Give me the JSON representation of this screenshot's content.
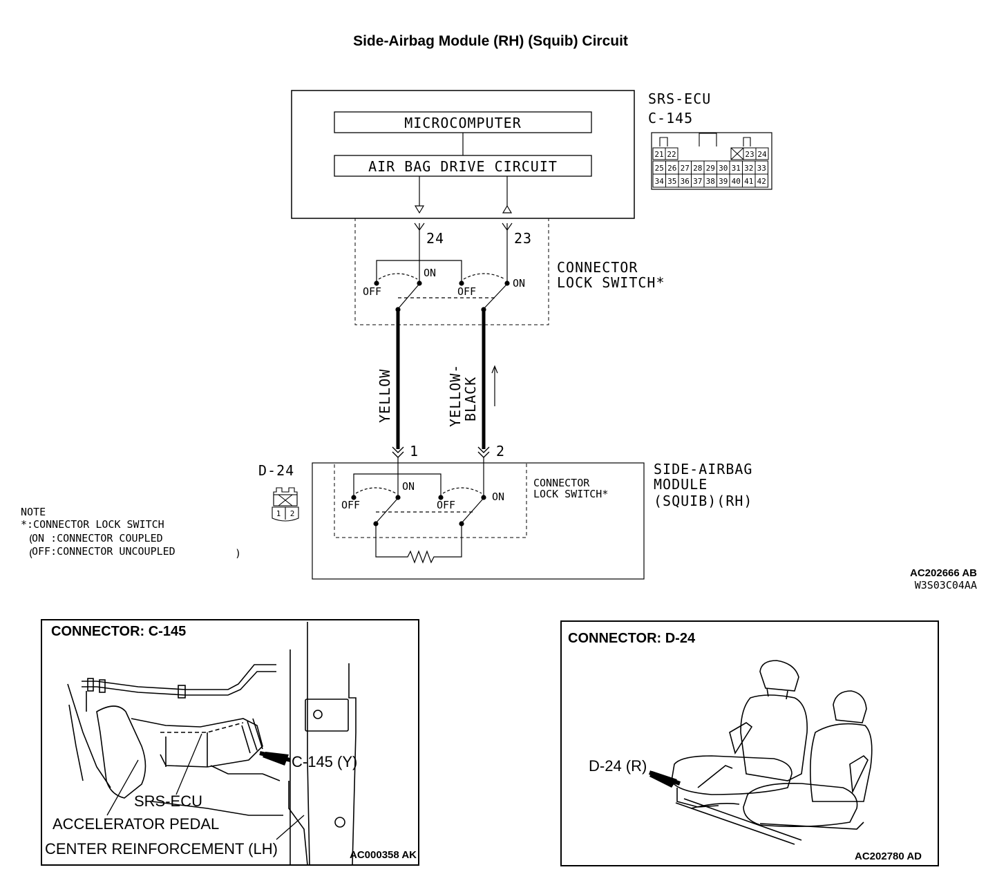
{
  "title": "Side-Airbag Module (RH) (Squib) Circuit",
  "ecu": {
    "name": "SRS-ECU",
    "connector": "C-145",
    "microcomputer": "MICROCOMPUTER",
    "drive_circuit": "AIR BAG DRIVE CIRCUIT",
    "pins_row1": [
      "21",
      "22",
      "23",
      "24"
    ],
    "pins_row2": [
      "25",
      "26",
      "27",
      "28",
      "29",
      "30",
      "31",
      "32",
      "33"
    ],
    "pins_row3": [
      "34",
      "35",
      "36",
      "37",
      "38",
      "39",
      "40",
      "41",
      "42"
    ]
  },
  "ecu_pins": {
    "left": "24",
    "right": "23"
  },
  "lock_switch_ecu": {
    "label_line1": "CONNECTOR",
    "label_line2": "LOCK SWITCH*",
    "off": "OFF",
    "on": "ON"
  },
  "wires": {
    "left": "YELLOW",
    "right_line1": "YELLOW-",
    "right_line2": "BLACK",
    "flow_arrow": "↑"
  },
  "module_pins": {
    "left": "1",
    "right": "2"
  },
  "module": {
    "connector": "D-24",
    "name_line1": "SIDE-AIRBAG",
    "name_line2": "MODULE",
    "name_line3": "(SQUIB)(RH)",
    "pins": [
      "1",
      "2"
    ]
  },
  "lock_switch_module": {
    "label_line1": "CONNECTOR",
    "label_line2": "LOCK SWITCH*",
    "off": "OFF",
    "on": "ON"
  },
  "note": {
    "line1": "NOTE",
    "line2": "*:CONNECTOR LOCK SWITCH",
    "line3": "ON :CONNECTOR COUPLED",
    "line4": "OFF:CONNECTOR UNCOUPLED"
  },
  "ref_codes": {
    "main": "AC202666 AB",
    "sub": "W3S03C04AA"
  },
  "panel_left": {
    "title": "CONNECTOR: C-145",
    "callout_connector": "C-145 (Y)",
    "label_ecu": "SRS-ECU",
    "label_pedal": "ACCELERATOR PEDAL",
    "label_reinforcement": "CENTER REINFORCEMENT (LH)",
    "code": "AC000358 AK"
  },
  "panel_right": {
    "title": "CONNECTOR: D-24",
    "callout_connector": "D-24 (R)",
    "code": "AC202780 AD"
  }
}
